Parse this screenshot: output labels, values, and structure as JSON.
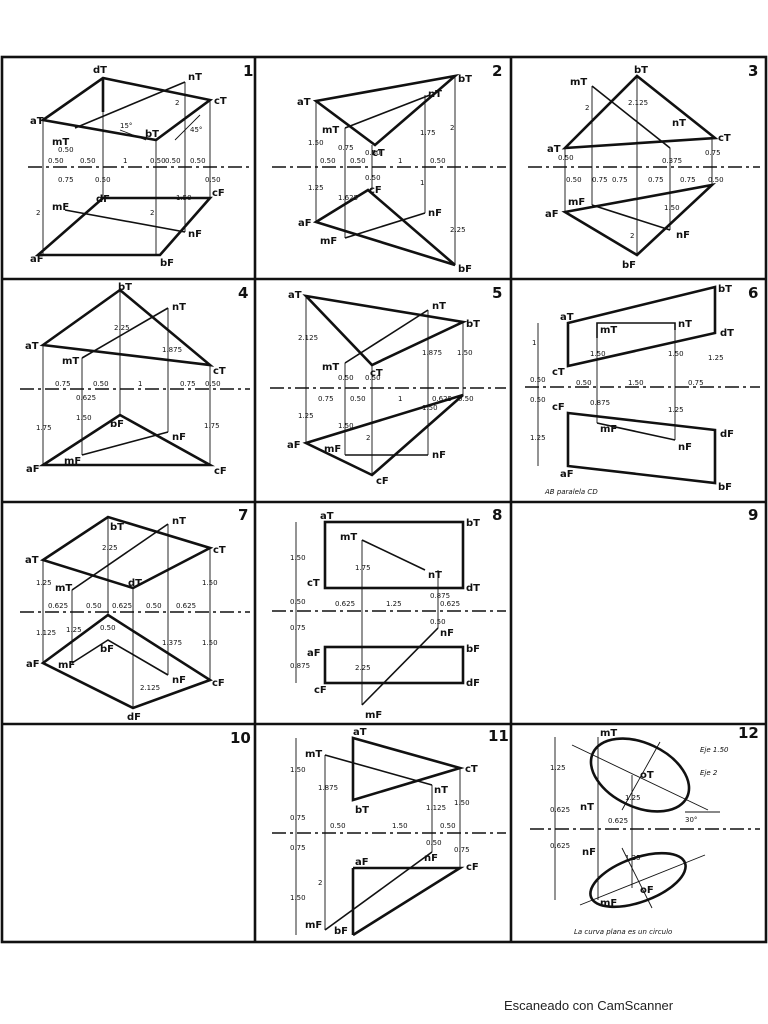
{
  "watermark": "Escaneado con CamScanner",
  "panels": [
    {
      "number": "1",
      "labels": {
        "aT": "aT",
        "dT": "dT",
        "nT": "nT",
        "cT": "cT",
        "mT": "mT",
        "bT": "bT",
        "dF": "dF",
        "mF": "mF",
        "nF": "nF",
        "aF": "aF",
        "bF": "bF",
        "cF": "cF"
      },
      "angles": [
        "15°",
        "45°"
      ],
      "dims": [
        "0.50",
        "0.50",
        "1",
        "0.50",
        "0.50",
        "0.50",
        "0.50",
        "0.75",
        "0.50",
        "2",
        "2",
        "1.50",
        "2",
        "0.50"
      ]
    },
    {
      "number": "2",
      "labels": {
        "aT": "aT",
        "bT": "bT",
        "nT": "nT",
        "mT": "mT",
        "cT": "cT",
        "cF": "cF",
        "nF": "nF",
        "aF": "aF",
        "mF": "mF",
        "bF": "bF"
      },
      "dims": [
        "1.50",
        "0.75",
        "0.50",
        "1.75",
        "2",
        "0.50",
        "0.50",
        "1",
        "0.50",
        "1.25",
        "1.625",
        "0.50",
        "1",
        "2.25"
      ]
    },
    {
      "number": "3",
      "labels": {
        "mT": "mT",
        "bT": "bT",
        "nT": "nT",
        "cT": "cT",
        "aT": "aT",
        "mF": "mF",
        "aF": "aF",
        "nF": "nF",
        "bF": "bF"
      },
      "dims": [
        "2",
        "2.125",
        "0.50",
        "0.375",
        "0.75",
        "0.50",
        "0.75",
        "0.75",
        "0.75",
        "0.75",
        "0.50",
        "1.50",
        "2"
      ]
    },
    {
      "number": "4",
      "labels": {
        "bT": "bT",
        "nT": "nT",
        "aT": "aT",
        "mT": "mT",
        "cT": "cT",
        "bF": "bF",
        "nF": "nF",
        "mF": "mF",
        "aF": "aF",
        "cF": "cF"
      },
      "dims": [
        "2.25",
        "1.875",
        "0.75",
        "0.50",
        "1",
        "0.75",
        "0.50",
        "1.75",
        "1.50",
        "0.625",
        "1.75"
      ]
    },
    {
      "number": "5",
      "labels": {
        "aT": "aT",
        "nT": "nT",
        "bT": "bT",
        "mT": "mT",
        "cT": "cT",
        "aF": "aF",
        "mF": "mF",
        "nF": "nF",
        "cF": "cF"
      },
      "dims": [
        "2.125",
        "0.50",
        "0.50",
        "1.875",
        "1.50",
        "0.75",
        "0.50",
        "1",
        "0.625",
        "0.50",
        "1.25",
        "1.50",
        "2",
        "1.50"
      ]
    },
    {
      "number": "6",
      "labels": {
        "bT": "bT",
        "aT": "aT",
        "mT": "mT",
        "nT": "nT",
        "dT": "dT",
        "cT": "cT",
        "cF": "cF",
        "mF": "mF",
        "nF": "nF",
        "dF": "dF",
        "aF": "aF",
        "bF": "bF"
      },
      "dims": [
        "1",
        "1.50",
        "1.50",
        "1.25",
        "0.50",
        "0.50",
        "1.50",
        "0.75",
        "0.50",
        "0.875",
        "1.25",
        "1.25"
      ],
      "note": "AB paralela CD"
    },
    {
      "number": "7",
      "labels": {
        "aT": "aT",
        "bT": "bT",
        "nT": "nT",
        "cT": "cT",
        "mT": "mT",
        "dT": "dT",
        "aF": "aF",
        "mF": "mF",
        "bF": "bF",
        "nF": "nF",
        "cF": "cF",
        "dF": "dF"
      },
      "dims": [
        "2.25",
        "1.25",
        "1.50",
        "0.625",
        "0.50",
        "0.625",
        "0.50",
        "0.625",
        "1.125",
        "1.25",
        "0.50",
        "1.375",
        "1.50",
        "2.125"
      ]
    },
    {
      "number": "8",
      "labels": {
        "aT": "aT",
        "bT": "bT",
        "mT": "mT",
        "nT": "nT",
        "cT": "cT",
        "dT": "dT",
        "nF": "nF",
        "aF": "aF",
        "bF": "bF",
        "cF": "cF",
        "dF": "dF",
        "mF": "mF"
      },
      "dims": [
        "1.50",
        "1.75",
        "0.875",
        "0.50",
        "0.625",
        "1.25",
        "0.625",
        "0.75",
        "0.50",
        "0.875",
        "2.25"
      ]
    },
    {
      "number": "9"
    },
    {
      "number": "10"
    },
    {
      "number": "11",
      "labels": {
        "aT": "aT",
        "mT": "mT",
        "cT": "cT",
        "nT": "nT",
        "bT": "bT",
        "aF": "aF",
        "nF": "nF",
        "cF": "cF",
        "mF": "mF",
        "bF": "bF"
      },
      "dims": [
        "1.50",
        "1.875",
        "1.125",
        "1.50",
        "0.75",
        "0.50",
        "1.50",
        "0.50",
        "0.75",
        "0.50",
        "0.75",
        "2",
        "1.50"
      ]
    },
    {
      "number": "12",
      "labels": {
        "mT": "mT",
        "oT": "oT",
        "nT": "nT",
        "nF": "nF",
        "oF": "oF",
        "mF": "mF"
      },
      "axis_labels": [
        "Eje 1.50",
        "Eje 2"
      ],
      "angles": [
        "30°"
      ],
      "dims": [
        "1.25",
        "1.25",
        "0.625",
        "0.625",
        "0.625",
        "1.25"
      ],
      "note": "La curva plana es un circulo"
    }
  ]
}
